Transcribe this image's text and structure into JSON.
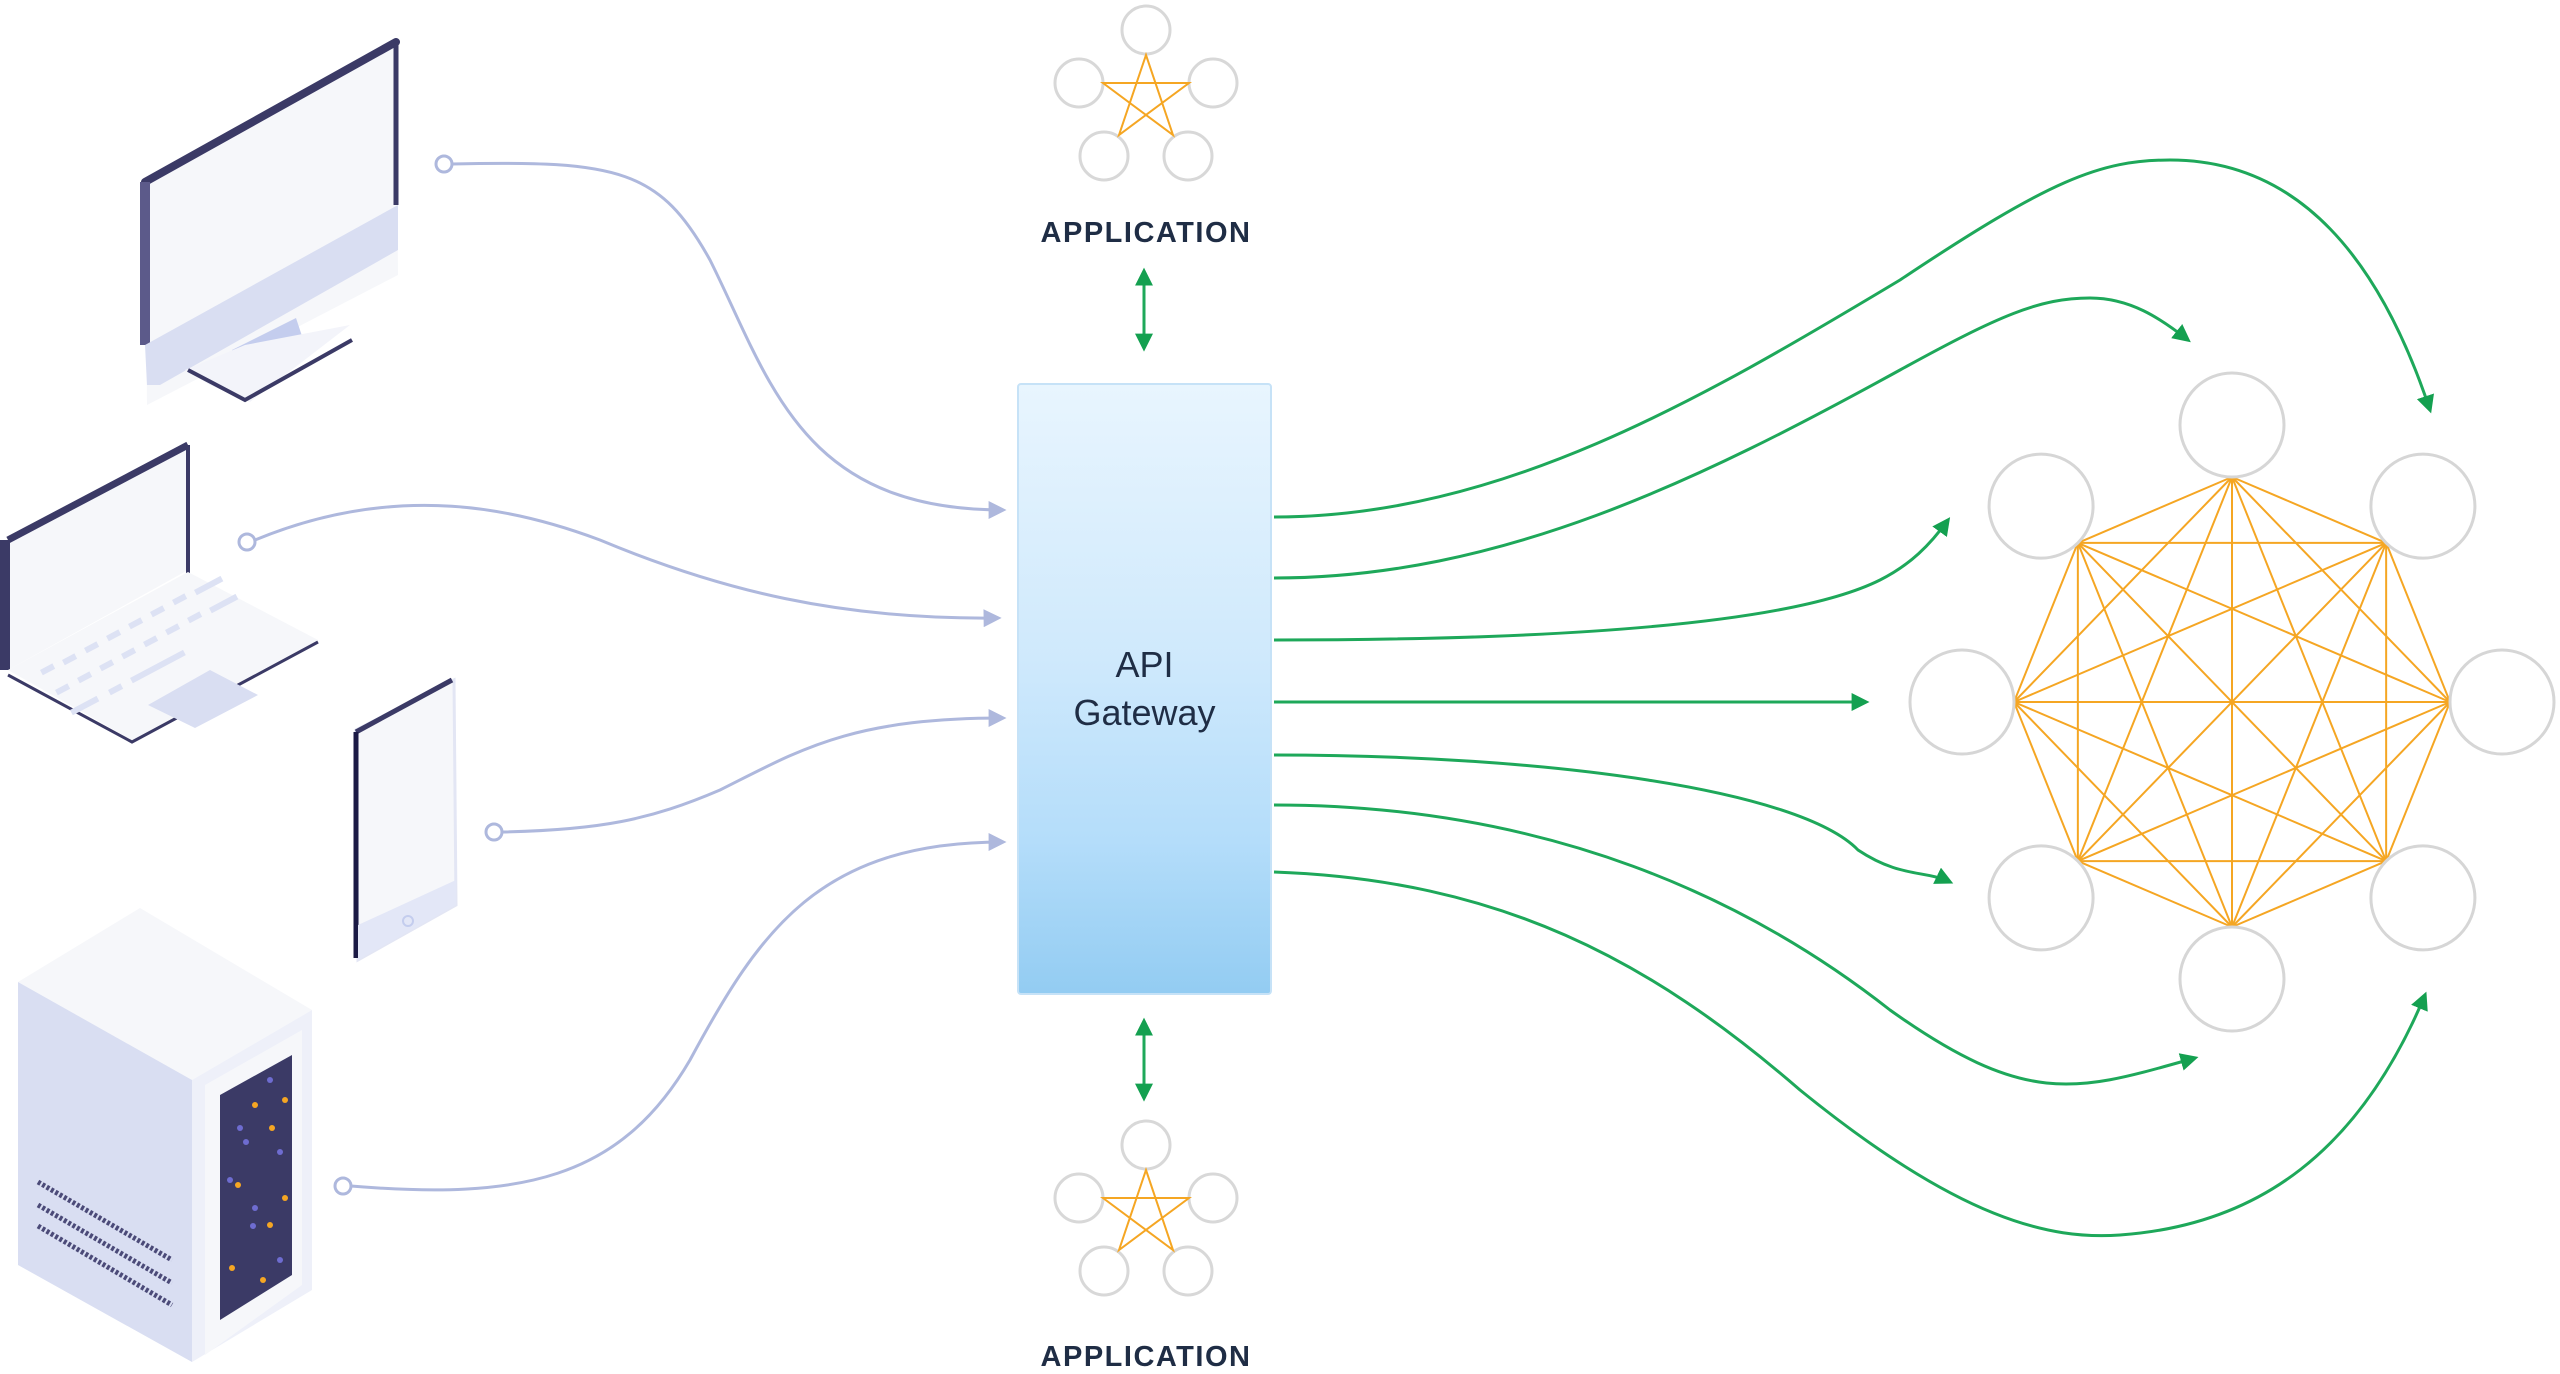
{
  "title": "API Gateway architecture diagram",
  "gateway": {
    "line1": "API",
    "line2": "Gateway"
  },
  "applications": [
    {
      "id": "top",
      "label": "APPLICATION"
    },
    {
      "id": "bottom",
      "label": "APPLICATION"
    }
  ],
  "clients": [
    {
      "id": "desktop",
      "icon": "desktop-monitor-icon"
    },
    {
      "id": "laptop",
      "icon": "laptop-icon"
    },
    {
      "id": "tablet",
      "icon": "tablet-icon"
    },
    {
      "id": "server",
      "icon": "server-tower-icon"
    }
  ],
  "microservices": {
    "node_count": 8,
    "icon": "service-mesh-icon"
  },
  "colors": {
    "client_connector": "#aeb8dd",
    "gateway_outbound": "#1ea85a",
    "mesh_edge": "#f5a623",
    "node_outline": "#d6d6d6",
    "device_dark": "#3b3a66",
    "device_light": "#f6f7fa",
    "device_mid": "#d9def2",
    "label_text": "#1f2d45"
  }
}
